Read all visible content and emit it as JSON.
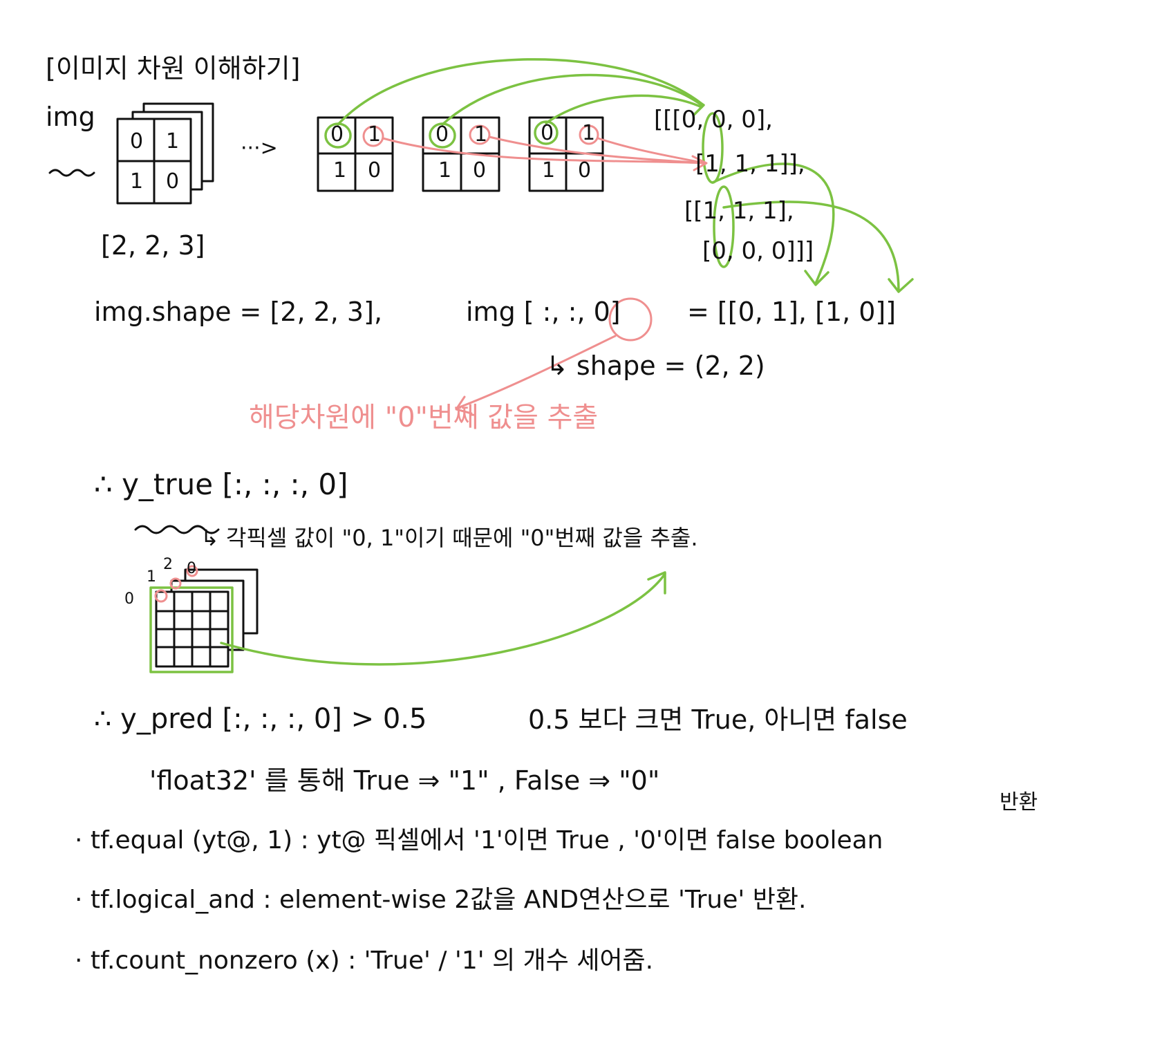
{
  "title": "[이미지 차원 이해하기]",
  "img_label": "img",
  "img_front_grid": [
    "0",
    "1",
    "1",
    "0"
  ],
  "ellipsis_arrow": "···>",
  "channel_grids": [
    [
      "0",
      "1",
      "1",
      "0"
    ],
    [
      "0",
      "1",
      "1",
      "0"
    ],
    [
      "0",
      "1",
      "1",
      "0"
    ]
  ],
  "img_shape_label": "[2, 2, 3]",
  "nested_array": [
    "[[[0, 0, 0],",
    "[1, 1, 1]],",
    "[[1, 1, 1],",
    "[0, 0, 0]]]"
  ],
  "shape_line": {
    "left": "img.shape = [2, 2, 3],",
    "middle": "img [ :, :, 0]",
    "right": "= [[0, 1], [1, 0]]"
  },
  "shape_result": "↳ shape = (2, 2)",
  "pink_note": "해당차원에 \"0\"번째 값을 추출",
  "y_true_line": "∴ y_true [:, :, :, 0]",
  "y_true_note": "↳ 각픽셀 값이 \"0, 1\"이기 때문에  \"0\"번째 값을 추출.",
  "cube_labels": [
    "0",
    "1",
    "2",
    "0"
  ],
  "y_pred_line": "∴ y_pred [:, :, :, 0] > 0.5",
  "y_pred_note": "0.5 보다 크면 True, 아니면 false",
  "float_note": "'float32' 를 통해  True ⇒ \"1\" ,  False ⇒ \"0\"",
  "conversion_word": "반환",
  "bullets": [
    "· tf.equal (yt@, 1)  :  yt@ 픽셀에서 '1'이면 True , '0'이면 false boolean",
    "· tf.logical_and  :  element-wise  2값을 AND연산으로 'True' 반환.",
    "· tf.count_nonzero (x)  : 'True' / '1' 의  개수  세어줌."
  ],
  "colors": {
    "ink": "#111111",
    "green": "#7cc242",
    "pink": "#ef8f8f"
  }
}
